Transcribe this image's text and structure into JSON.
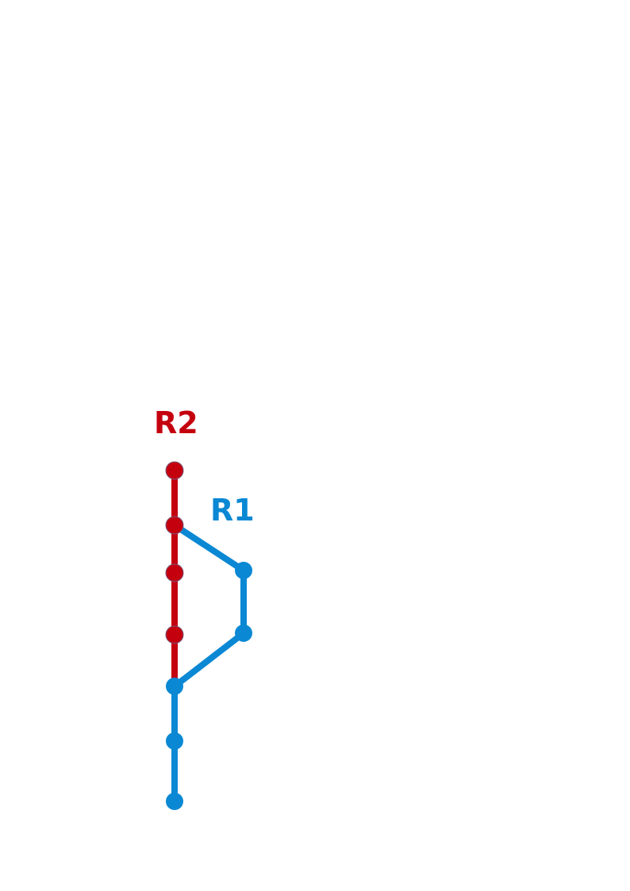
{
  "diagram": {
    "routes": [
      {
        "id": "r2",
        "label": "R2",
        "color": "#c4000f",
        "stations": [
          "r2-s1",
          "r2-s2",
          "r2-s3",
          "r2-s4",
          "shared-s5"
        ]
      },
      {
        "id": "r1",
        "label": "R1",
        "color": "#0a88d4",
        "stations": [
          "r2-s2",
          "r1-s1",
          "r1-s2",
          "shared-s5",
          "r1-s3",
          "r1-s4"
        ]
      }
    ]
  }
}
